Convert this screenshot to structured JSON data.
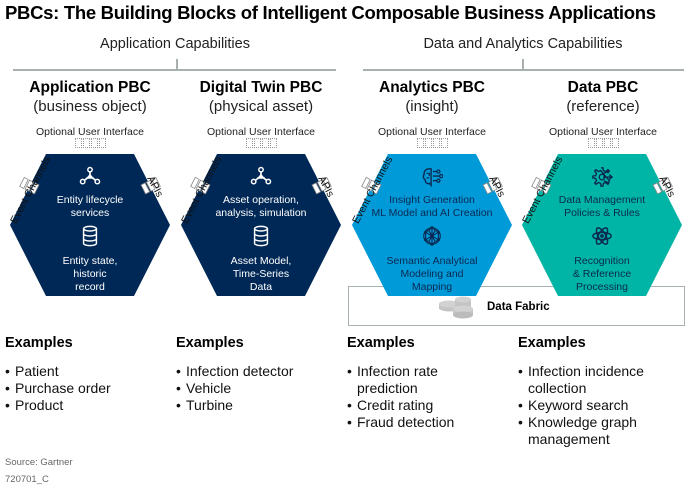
{
  "title": "PBCs: The Building Blocks of Intelligent Composable Business Applications",
  "groups": [
    {
      "label": "Application Capabilities"
    },
    {
      "label": "Data and Analytics Capabilities"
    }
  ],
  "pbcs": [
    {
      "name": "Application PBC",
      "subtitle": "(business object)",
      "ui_label": "Optional User Interface",
      "left_connector": "Event Channels",
      "right_connector": "APIs",
      "color": "#002856",
      "top_icon": "network-nodes-icon",
      "top_text": [
        "Entity lifecycle",
        "services"
      ],
      "bottom_icon": "database-icon",
      "bottom_text": [
        "Entity state,",
        "historic",
        "record"
      ],
      "examples_label": "Examples",
      "examples": [
        "Patient",
        "Purchase order",
        "Product"
      ]
    },
    {
      "name": "Digital Twin PBC",
      "subtitle": "(physical asset)",
      "ui_label": "Optional User Interface",
      "left_connector": "Event Channels",
      "right_connector": "APIs",
      "color": "#002856",
      "top_icon": "network-nodes-icon",
      "top_text": [
        "Asset operation,",
        "analysis, simulation"
      ],
      "bottom_icon": "database-icon",
      "bottom_text": [
        "Asset Model,",
        "Time-Series",
        "Data"
      ],
      "examples_label": "Examples",
      "examples": [
        "Infection detector",
        "Vehicle",
        "Turbine"
      ]
    },
    {
      "name": "Analytics PBC",
      "subtitle": "(insight)",
      "ui_label": "Optional User Interface",
      "left_connector": "Event Channels",
      "right_connector": "APIs",
      "color": "#009ad9",
      "top_icon": "ai-brain-icon",
      "top_text": [
        "Insight Generation",
        "ML Model and AI Creation"
      ],
      "bottom_icon": "neural-network-icon",
      "bottom_text": [
        "Semantic Analytical",
        "Modeling and",
        "Mapping"
      ],
      "examples_label": "Examples",
      "examples": [
        "Infection rate prediction",
        "Credit rating",
        "Fraud  detection"
      ]
    },
    {
      "name": "Data PBC",
      "subtitle": "(reference)",
      "ui_label": "Optional User Interface",
      "left_connector": "Event Channels",
      "right_connector": "APIs",
      "color": "#00b5a5",
      "top_icon": "gear-arrows-icon",
      "top_text": [
        "Data Management",
        "Policies & Rules"
      ],
      "bottom_icon": "atom-icon",
      "bottom_text": [
        "Recognition",
        "& Reference",
        "Processing"
      ],
      "examples_label": "Examples",
      "examples": [
        "Infection incidence collection",
        "Keyword search",
        "Knowledge graph management"
      ]
    }
  ],
  "data_fabric": {
    "label": "Data Fabric",
    "icon": "stacked-discs-icon"
  },
  "footer": {
    "source": "Source: Gartner",
    "id": "720701_C"
  }
}
